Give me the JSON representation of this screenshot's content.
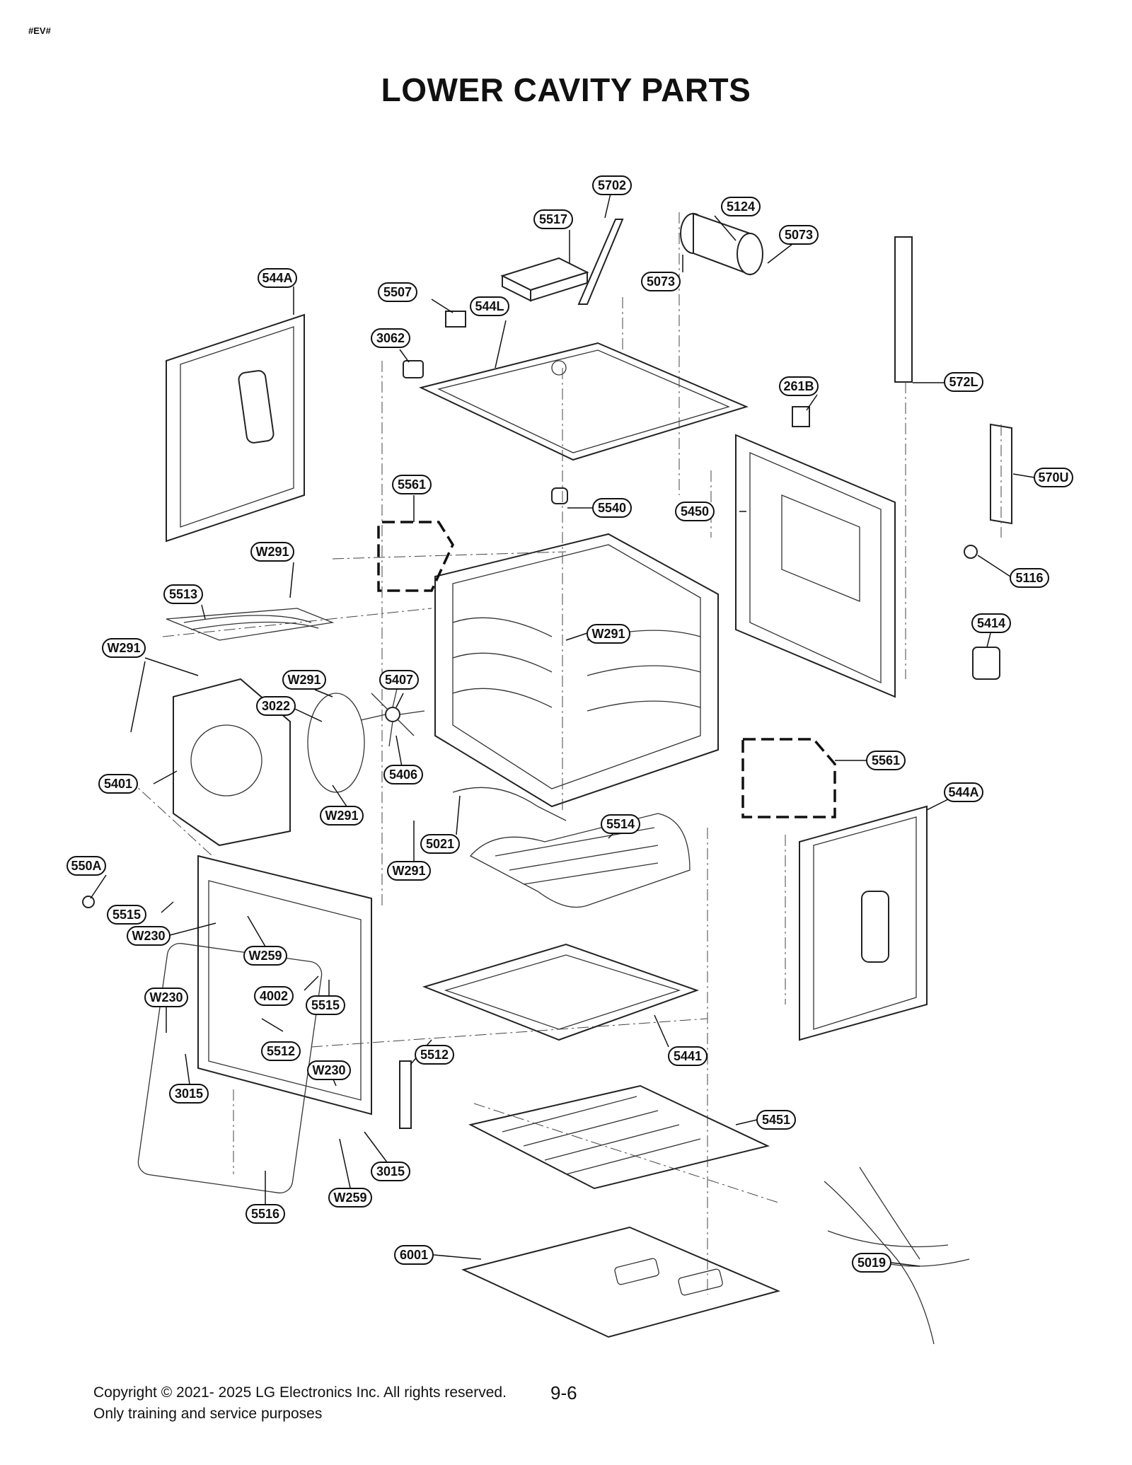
{
  "header": {
    "tag": "#EV#"
  },
  "title": "LOWER CAVITY PARTS",
  "callouts": [
    {
      "label": "5702"
    },
    {
      "label": "5124"
    },
    {
      "label": "5517"
    },
    {
      "label": "5073"
    },
    {
      "label": "5073"
    },
    {
      "label": "544A"
    },
    {
      "label": "5507"
    },
    {
      "label": "544L"
    },
    {
      "label": "3062"
    },
    {
      "label": "261B"
    },
    {
      "label": "572L"
    },
    {
      "label": "570U"
    },
    {
      "label": "5561"
    },
    {
      "label": "5540"
    },
    {
      "label": "5450"
    },
    {
      "label": "W291"
    },
    {
      "label": "5116"
    },
    {
      "label": "5513"
    },
    {
      "label": "5414"
    },
    {
      "label": "W291"
    },
    {
      "label": "W291"
    },
    {
      "label": "W291"
    },
    {
      "label": "5407"
    },
    {
      "label": "3022"
    },
    {
      "label": "5561"
    },
    {
      "label": "5401"
    },
    {
      "label": "5406"
    },
    {
      "label": "544A"
    },
    {
      "label": "W291"
    },
    {
      "label": "5514"
    },
    {
      "label": "5021"
    },
    {
      "label": "W291"
    },
    {
      "label": "550A"
    },
    {
      "label": "5515"
    },
    {
      "label": "W230"
    },
    {
      "label": "W259"
    },
    {
      "label": "4002"
    },
    {
      "label": "5515"
    },
    {
      "label": "W230"
    },
    {
      "label": "5512"
    },
    {
      "label": "5441"
    },
    {
      "label": "5512"
    },
    {
      "label": "W230"
    },
    {
      "label": "3015"
    },
    {
      "label": "5451"
    },
    {
      "label": "3015"
    },
    {
      "label": "W259"
    },
    {
      "label": "5516"
    },
    {
      "label": "6001"
    },
    {
      "label": "5019"
    }
  ],
  "footer": {
    "copyright": "Copyright © 2021- 2025 LG Electronics Inc. All rights reserved.",
    "note": "Only training and service purposes",
    "page_number": "9-6"
  }
}
